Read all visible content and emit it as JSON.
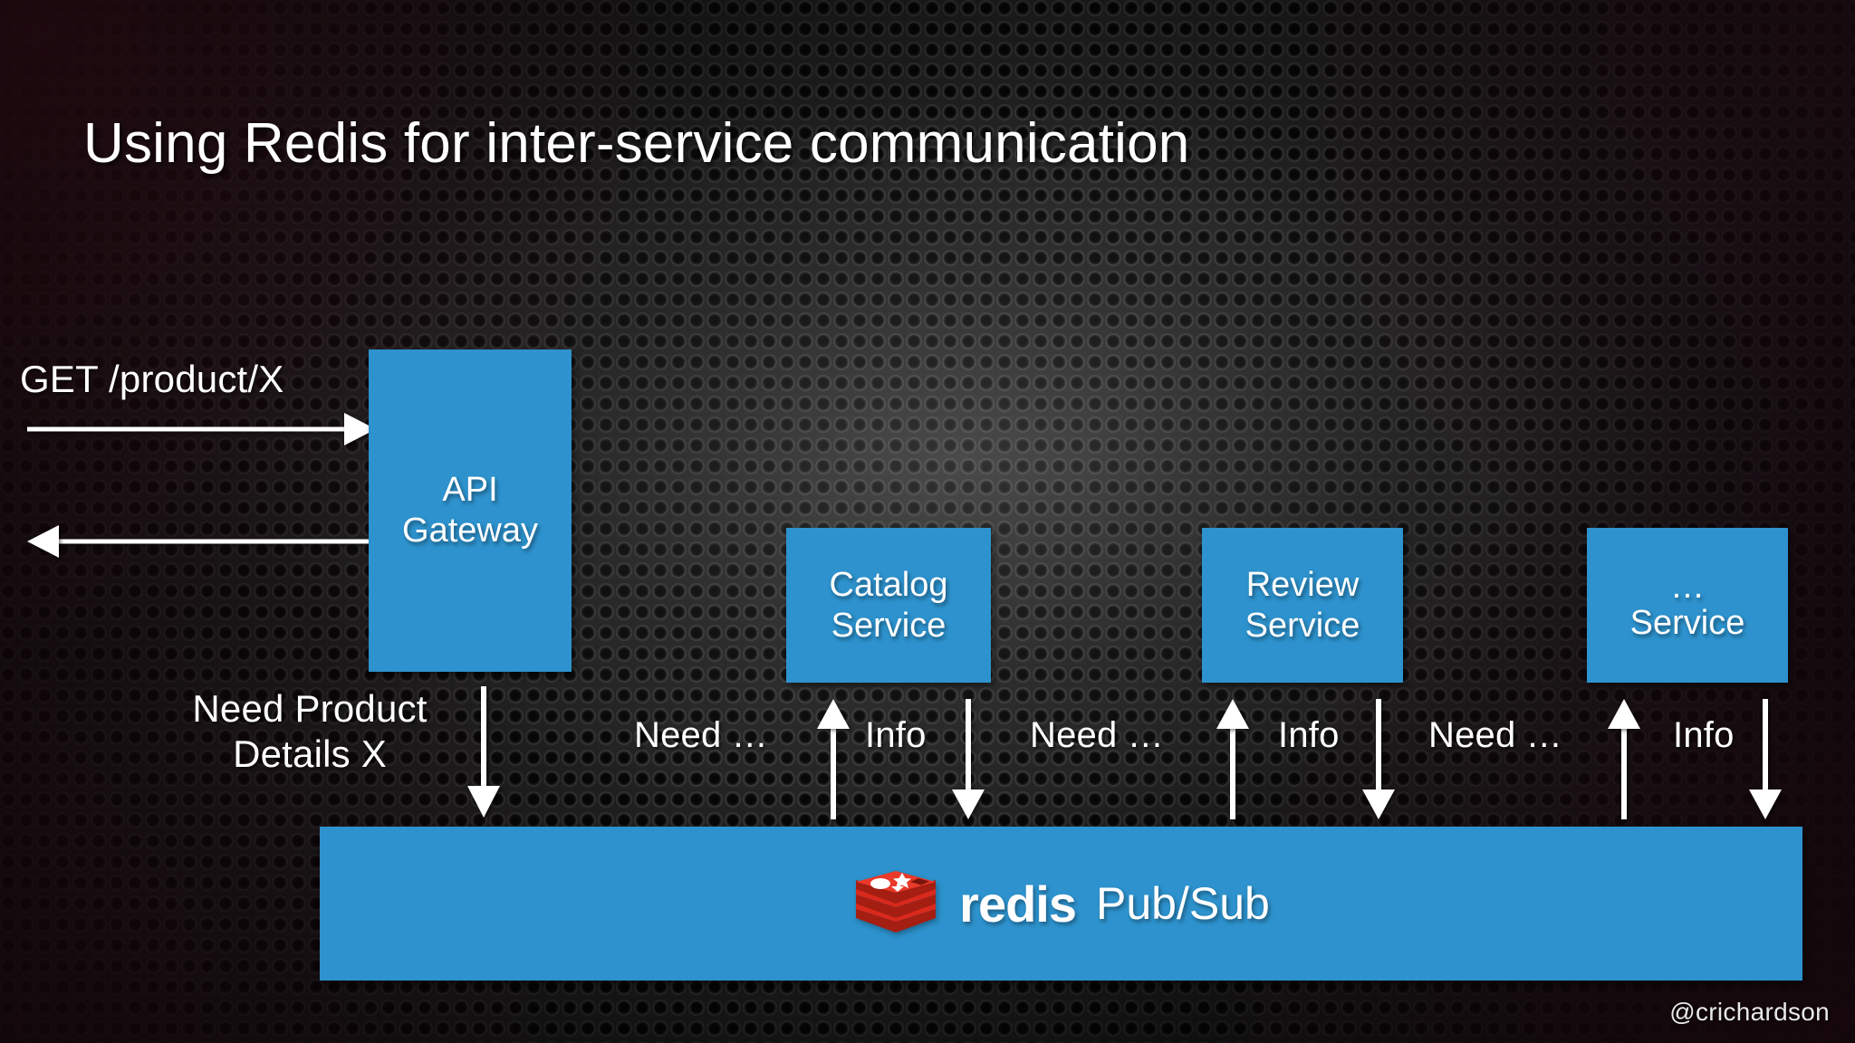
{
  "slide": {
    "title": "Using Redis for inter-service communication",
    "handle": "@crichardson",
    "accent_blue": "#2d92cd",
    "redis_red": "#d9291c",
    "text_color": "#ffffff",
    "background": "dark perforated metal mesh"
  },
  "boxes": [
    {
      "id": "api-gateway",
      "label": "API\nGateway"
    },
    {
      "id": "catalog-service",
      "label": "Catalog\nService"
    },
    {
      "id": "review-service",
      "label": "Review\nService"
    },
    {
      "id": "other-service",
      "label": "…\nService"
    }
  ],
  "redis_bar": {
    "wordmark": "redis",
    "suffix": "Pub/Sub",
    "logo_icon": "redis-stack-logo-icon"
  },
  "flow_labels": {
    "incoming_request": "GET /product/X",
    "gateway_publish": "Need Product\nDetails X",
    "need_1": "Need …",
    "info_1": "Info",
    "need_2": "Need …",
    "info_2": "Info",
    "need_3": "Need …",
    "info_3": "Info"
  },
  "arrows": [
    {
      "name": "request-in-arrow",
      "direction": "right"
    },
    {
      "name": "response-out-arrow",
      "direction": "left"
    },
    {
      "name": "gateway-to-redis-arrow",
      "direction": "down"
    },
    {
      "name": "catalog-need-up-arrow",
      "direction": "up"
    },
    {
      "name": "catalog-info-down-arrow",
      "direction": "down"
    },
    {
      "name": "review-need-up-arrow",
      "direction": "up"
    },
    {
      "name": "review-info-down-arrow",
      "direction": "down"
    },
    {
      "name": "other-need-up-arrow",
      "direction": "up"
    },
    {
      "name": "other-info-down-arrow",
      "direction": "down"
    }
  ]
}
